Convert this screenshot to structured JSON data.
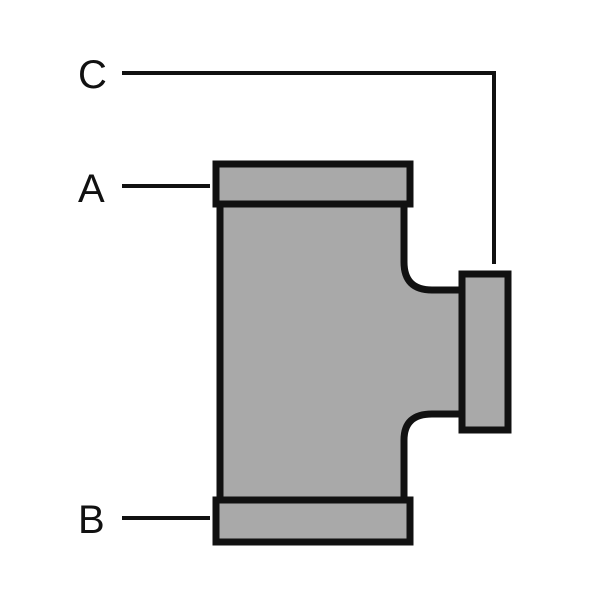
{
  "diagram": {
    "labels": {
      "a": "A",
      "b": "B",
      "c": "C"
    },
    "colors": {
      "fill": "#a9a9a9",
      "stroke": "#111111",
      "background": "#ffffff"
    }
  }
}
